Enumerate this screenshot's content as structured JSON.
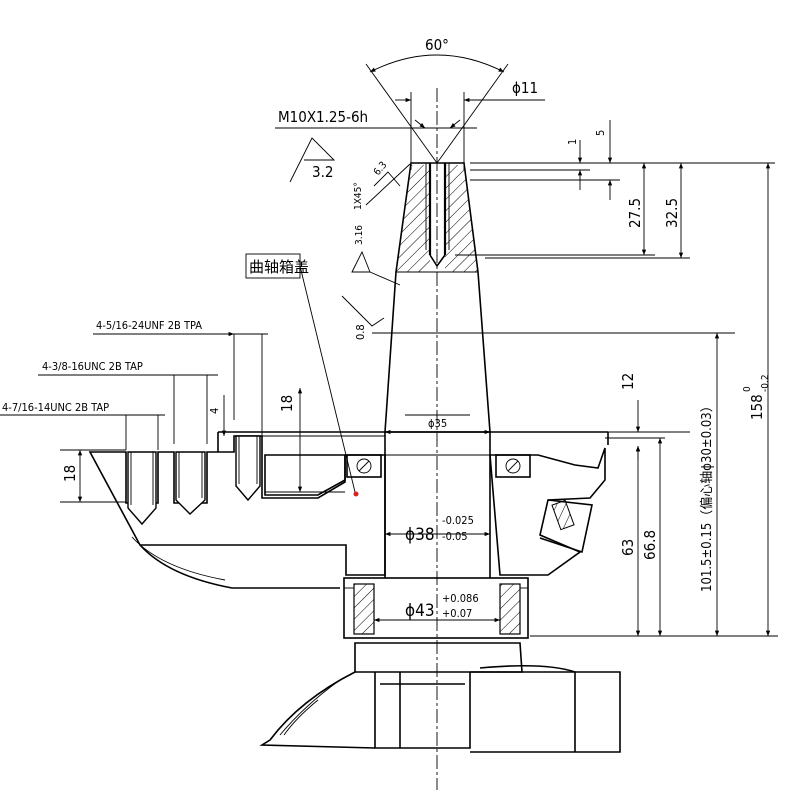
{
  "annotations": {
    "angle": "60°",
    "dia_11": "ϕ11",
    "thread": "M10X1.25-6h",
    "roughness_32": "3.2",
    "chamfer": "1X45°",
    "r63": "6.3",
    "r316": "3.16",
    "r08": "0.8",
    "label_cn": "曲轴箱盖",
    "d1": "1",
    "d5": "5",
    "d275": "27.5",
    "d325": "32.5",
    "tap1": "4-5/16-24UNF 2B TPA",
    "tap2": "4-3/8-16UNC 2B TAP",
    "tap3": "4-7/16-14UNC 2B TAP",
    "d4": "4",
    "d18a": "18",
    "d18b": "18",
    "d12": "12",
    "dia35": "ϕ35",
    "dia38": "ϕ38",
    "dia38_up": "-0.025",
    "dia38_lo": "-0.05",
    "dia43": "ϕ43",
    "dia43_up": "+0.086",
    "dia43_lo": "+0.07",
    "d63": "63",
    "d668": "66.8",
    "d1015": "101.5±0.15（偏心轴ϕ30±0.03）",
    "d158": "158",
    "d158_up": "0",
    "d158_lo": "-0.2"
  },
  "colors": {
    "line": "#000000",
    "marker": "#e02020",
    "background": "#ffffff"
  }
}
